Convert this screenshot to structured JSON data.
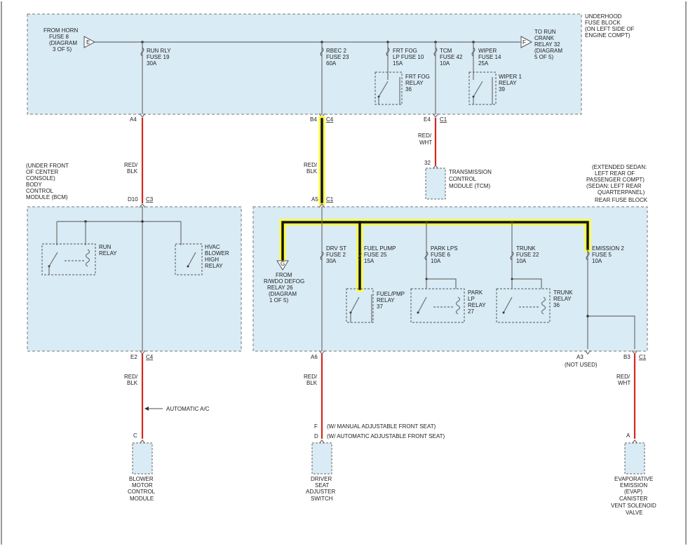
{
  "labels": {
    "underhood": [
      "UNDERHOOD",
      "FUSE BLOCK",
      "(ON LEFT SIDE OF",
      "ENGINE COMPT)"
    ],
    "from_horn": [
      "FROM HORN",
      "FUSE 8",
      "(DIAGRAM",
      "3 OF 5)"
    ],
    "to_run_crank": [
      "TO RUN",
      "CRANK",
      "RELAY 32",
      "(DIAGRAM",
      "5 OF 5)"
    ],
    "run_rly_fuse": [
      "RUN RLY",
      "FUSE 19",
      "30A"
    ],
    "rbec2_fuse": [
      "RBEC 2",
      "FUSE 23",
      "60A"
    ],
    "frt_fog_fuse": [
      "FRT FOG",
      "LP FUSE 10",
      "15A"
    ],
    "tcm_fuse": [
      "TCM",
      "FUSE 42",
      "10A"
    ],
    "wiper_fuse": [
      "WIPER",
      "FUSE 14",
      "25A"
    ],
    "frt_fog_relay": [
      "FRT FOG",
      "RELAY",
      "36"
    ],
    "wiper1_relay": [
      "WIPER 1",
      "RELAY",
      "39"
    ],
    "bcm": [
      "(UNDER FRONT",
      "OF CENTER",
      "CONSOLE)",
      "BODY",
      "CONTROL",
      "MODULE (BCM)"
    ],
    "run_relay": [
      "RUN",
      "RELAY"
    ],
    "hvac_relay": [
      "HVAC",
      "BLOWER",
      "HIGH",
      "RELAY"
    ],
    "rear_fuse_block": [
      "(EXTENDED SEDAN:",
      "LEFT REAR OF",
      "PASSENGER COMPT)",
      "(SEDAN: LEFT REAR",
      "QUARTERPANEL)",
      "REAR FUSE BLOCK"
    ],
    "tcm": [
      "TRANSMISSION",
      "CONTROL",
      "MODULE (TCM)"
    ],
    "from_rwdo": [
      "FROM",
      "R/WDO DEFOG",
      "RELAY 26",
      "(DIAGRAM",
      "1 OF 5)"
    ],
    "drv_st_fuse": [
      "DRV ST",
      "FUSE 2",
      "30A"
    ],
    "fuel_pump_fuse": [
      "FUEL PUMP",
      "FUSE 25",
      "15A"
    ],
    "park_lps_fuse": [
      "PARK LPS",
      "FUSE 6",
      "10A"
    ],
    "trunk_fuse": [
      "TRUNK",
      "FUSE 22",
      "10A"
    ],
    "emission2_fuse": [
      "EMISSION 2",
      "FUSE 5",
      "10A"
    ],
    "fuel_pmp_relay": [
      "FUEL/PMP",
      "RELAY",
      "37"
    ],
    "park_lp_relay": [
      "PARK",
      "LP",
      "RELAY",
      "27"
    ],
    "trunk_relay": [
      "TRUNK",
      "RELAY",
      "36"
    ],
    "not_used": "(NOT USED)",
    "automatic_ac": "AUTOMATIC A/C",
    "manual_seat": "(W/ MANUAL ADJUSTABLE FRONT SEAT)",
    "auto_seat": "(W/ AUTOMATIC ADJUSTABLE FRONT SEAT)",
    "blower": [
      "BLOWER",
      "MOTOR",
      "CONTROL",
      "MODULE"
    ],
    "driver_seat": [
      "DRIVER",
      "SEAT",
      "ADJUSTER",
      "SWITCH"
    ],
    "evap": [
      "EVAPORATIVE",
      "EMISSION",
      "(EVAP)",
      "CANISTER",
      "VENT SOLENOID",
      "VALVE"
    ]
  },
  "connectors": {
    "a4": "A4",
    "b4": "B4",
    "c4_top": "C4",
    "e4": "E4",
    "c1_tcm": "C1",
    "pin32": "32",
    "d10": "D10",
    "c3": "C3",
    "a5": "A5",
    "c1_a5": "C1",
    "e2": "E2",
    "c4_e2": "C4",
    "a6": "A6",
    "a3": "A3",
    "b3": "B3",
    "c1_b3": "C1",
    "pin_c": "C",
    "pin_f": "F",
    "pin_d": "D",
    "pin_a": "A",
    "tri_e": "E",
    "tri_f": "F",
    "tri_g": "G"
  },
  "wire_colors": {
    "red_blk": [
      "RED/",
      "BLK"
    ],
    "red_wht": [
      "RED/",
      "WHT"
    ]
  },
  "colors": {
    "wire_red": "#d4281e",
    "highlight": "#ffff33",
    "block_fill": "#d9ebf5"
  }
}
